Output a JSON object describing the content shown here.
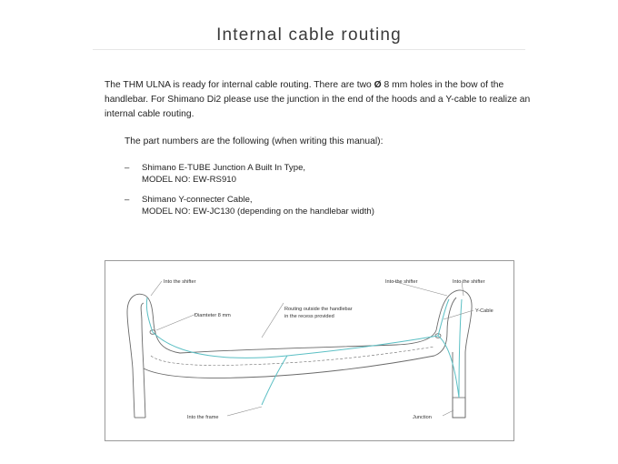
{
  "page": {
    "title": "Internal cable routing"
  },
  "intro": {
    "text_before_symbol": "The THM ULNA is ready for internal cable routing. There are two ",
    "symbol": "Ø",
    "text_after_symbol": " 8 mm holes in the bow of the handlebar. For Shimano Di2 please use the junction in the end of the hoods and a Y-cable to realize an internal cable routing."
  },
  "parts": {
    "heading": "The part numbers are the following (when writing this manual):",
    "items": [
      {
        "dash": "–",
        "line1": "Shimano E-TUBE Junction A Built In Type,",
        "line2": "MODEL NO: EW-RS910"
      },
      {
        "dash": "–",
        "line1": "Shimano Y-connecter Cable,",
        "line2": "MODEL NO: EW-JC130 (depending on the handlebar width)"
      }
    ]
  },
  "diagram": {
    "labels": {
      "into_shifter_left": "Into the shifter",
      "into_shifter_right_a": "Into the shifter",
      "into_shifter_right_b": "Into the shifter",
      "diameter": "Diamteter 8 mm",
      "routing_line1": "Routing outside the handlebar",
      "routing_line2": "in the recess provided",
      "y_cable": "Y-Cable",
      "into_frame": "Into the frame",
      "junction": "Junction"
    },
    "colors": {
      "cable": "#5bbfc4",
      "outline": "#6a6a6a",
      "leader": "#8a8a8a"
    }
  }
}
